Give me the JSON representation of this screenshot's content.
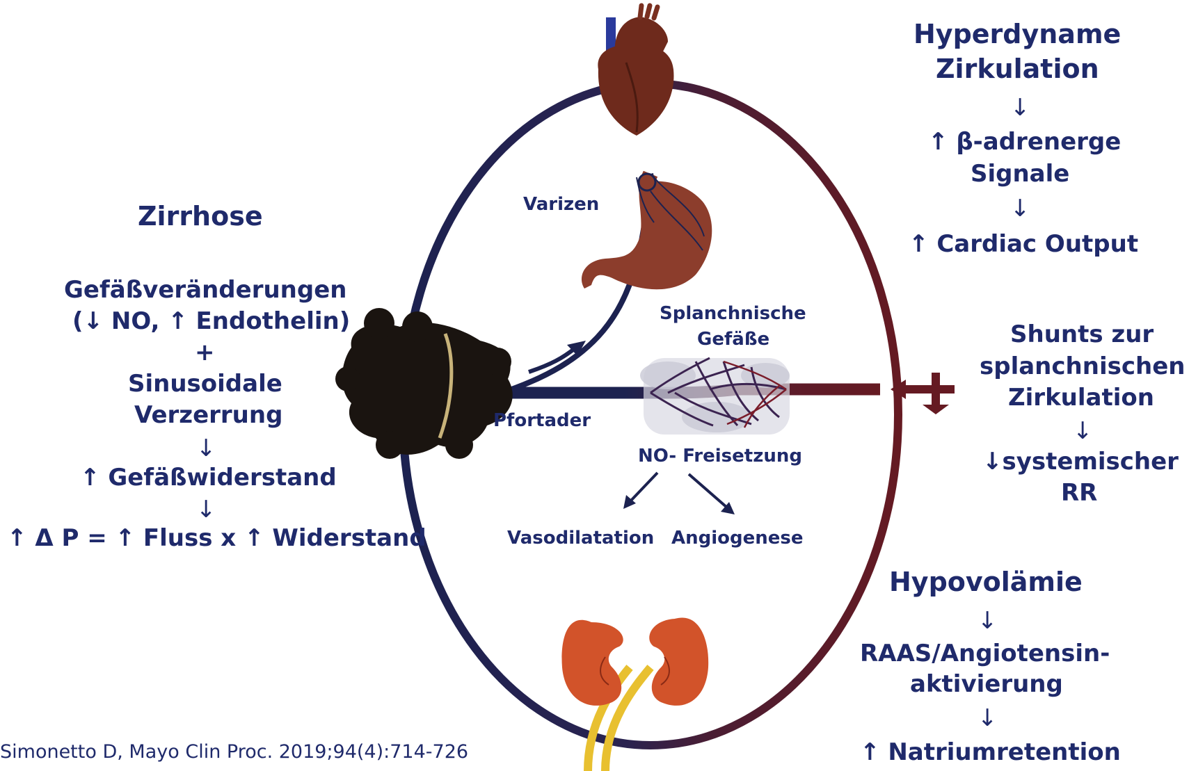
{
  "left": {
    "title": "Zirrhose",
    "line1": "Gefäßveränderungen",
    "line2": "(↓ NO, ↑ Endothelin)",
    "plus": "+",
    "line3": "Sinusoidale",
    "line4": "Verzerrung",
    "arrow1": "↓",
    "line5": "↑ Gefäßwiderstand",
    "arrow2": "↓",
    "line6": "↑ Δ P = ↑ Fluss x ↑ Widerstand"
  },
  "center": {
    "varizen": "Varizen",
    "splanch1": "Splanchnische",
    "splanch2": "Gefäße",
    "pfortader": "Pfortader",
    "no": "NO- Freisetzung",
    "vaso": "Vasodilatation",
    "angio": "Angiogenese"
  },
  "right_top": {
    "title1": "Hyperdyname",
    "title2": "Zirkulation",
    "arrow1": "↓",
    "line1": "↑ β-adrenerge",
    "line2": "Signale",
    "arrow2": "↓",
    "line3": "↑ Cardiac Output"
  },
  "right_mid": {
    "line1": "Shunts zur",
    "line2": "splanchnischen",
    "line3": "Zirkulation",
    "arrow": "↓",
    "line4": "↓systemischer",
    "line5": "RR"
  },
  "right_bottom": {
    "title": "Hypovolämie",
    "arrow1": "↓",
    "line1": "RAAS/Angiotensin-",
    "line2": "aktivierung",
    "arrow2": "↓",
    "line3": "↑ Natriumretention"
  },
  "citation": "Simonetto D, Mayo Clin Proc. 2019;94(4):714-726",
  "colors": {
    "text": "#1f2a6b",
    "venous": "#1c2250",
    "arterial": "#651a22",
    "heart": "#6e2a1c",
    "stomach": "#8c3d2c",
    "kidney": "#d2532a",
    "ureter": "#e8c030",
    "liver": "#1a1410"
  }
}
